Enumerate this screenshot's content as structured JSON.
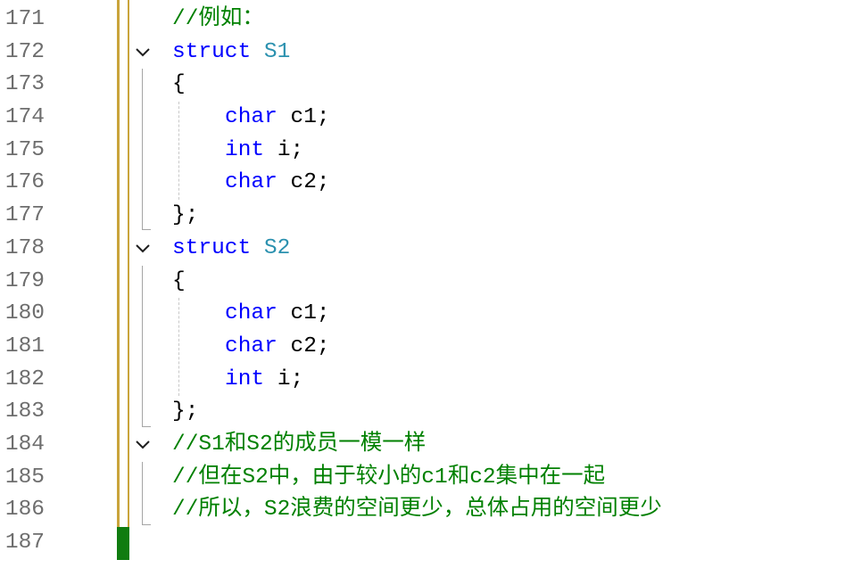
{
  "colors": {
    "background": "#ffffff",
    "line_number": "#6e6e6e",
    "keyword": "#0000ff",
    "type_name": "#2b91af",
    "comment": "#008000",
    "plain_text": "#000000",
    "change_margin_saved": "#c9a43b",
    "change_margin_new": "#107c10",
    "outline_guide": "#a5a5a5",
    "indent_guide": "#c8c8c8"
  },
  "icons": {
    "collapse": "chevron-down-icon"
  },
  "lines": [
    {
      "number": "171",
      "comment": "//例如："
    },
    {
      "number": "172",
      "keyword": "struct",
      "name": "S1"
    },
    {
      "number": "173",
      "text": "{"
    },
    {
      "number": "174",
      "keyword": "char",
      "text": "c1;"
    },
    {
      "number": "175",
      "keyword": "int",
      "text": "i;"
    },
    {
      "number": "176",
      "keyword": "char",
      "text": "c2;"
    },
    {
      "number": "177",
      "text": "};"
    },
    {
      "number": "178",
      "keyword": "struct",
      "name": "S2"
    },
    {
      "number": "179",
      "text": "{"
    },
    {
      "number": "180",
      "keyword": "char",
      "text": "c1;"
    },
    {
      "number": "181",
      "keyword": "char",
      "text": "c2;"
    },
    {
      "number": "182",
      "keyword": "int",
      "text": "i;"
    },
    {
      "number": "183",
      "text": "};"
    },
    {
      "number": "184",
      "comment": "//S1和S2的成员一模一样"
    },
    {
      "number": "185",
      "comment": "//但在S2中，由于较小的c1和c2集中在一起"
    },
    {
      "number": "186",
      "comment": "//所以，S2浪费的空间更少，总体占用的空间更少"
    },
    {
      "number": "187"
    }
  ]
}
